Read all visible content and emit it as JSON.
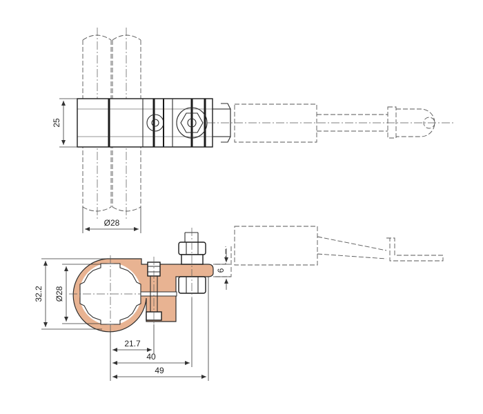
{
  "colors": {
    "copper": "#e8b392",
    "line": "#2b2b2b",
    "background": "#ffffff"
  },
  "dimensions": {
    "top_height": "25",
    "top_diameter": "Ø28",
    "front_height": "32.2",
    "front_diameter": "Ø28",
    "thickness": "6",
    "len_a": "21.7",
    "len_b": "40",
    "len_c": "49"
  }
}
